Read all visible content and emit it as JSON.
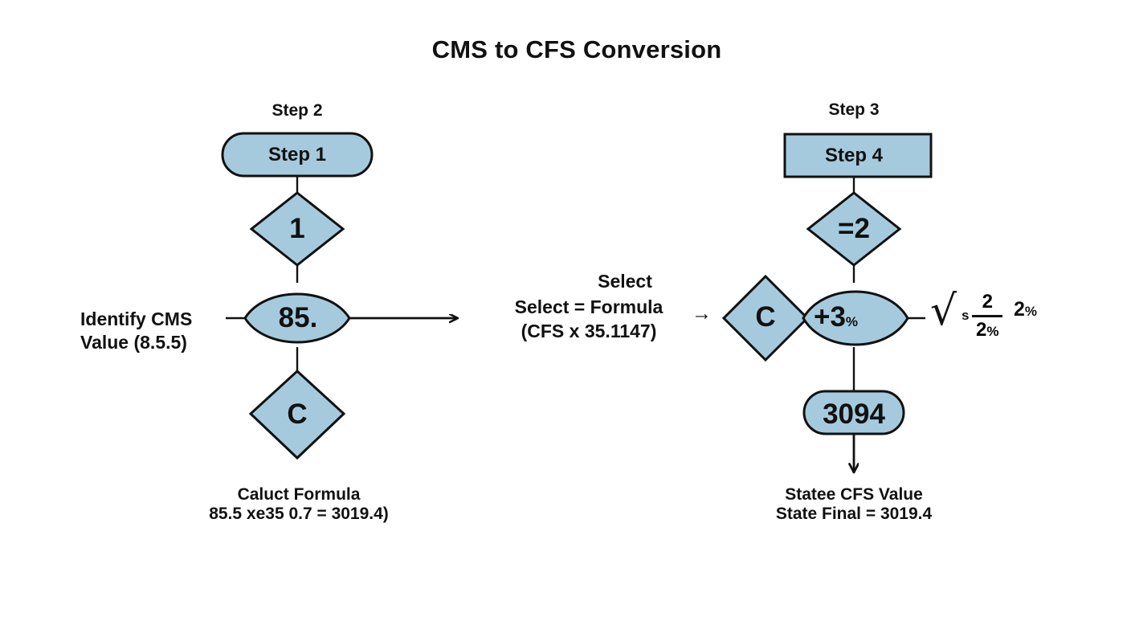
{
  "page": {
    "title": "CMS to CFS Conversion",
    "background_color": "#ffffff",
    "shape_fill": "#a5cadd",
    "shape_stroke": "#111111",
    "text_color": "#111111"
  },
  "left_branch": {
    "step_label": "Step 2",
    "rounded_box": "Step 1",
    "diamond_top": "1",
    "lens": "85.",
    "diamond_bottom": "C",
    "side_label_line1": "Identify CMS",
    "side_label_line2": "Value (8.5.5)",
    "caption_line1": "Caluct Formula",
    "caption_line2": "85.5  xe35 0.7 = 3019.4)"
  },
  "middle": {
    "label_top": "Select",
    "label_line1": "Select  =  Formula",
    "label_line2": "(CFS  x     35.1147)",
    "arrow_glyph": "→"
  },
  "right_branch": {
    "step_label": "Step 3",
    "rect_box": "Step 4",
    "diamond_top": "=2",
    "diamond_left": "C",
    "lens": "+3",
    "lens_suffix": "%",
    "rounded_box": "3094",
    "caption_line1": "Statee CFS Value",
    "caption_line2": "State Final = 3019.4"
  },
  "formula_tail": {
    "radical_glyph": "√",
    "sub_s": "s",
    "fraction_numerator": "2",
    "fraction_denominator": "2",
    "fraction_denominator_pct": "%",
    "trailing_value": "2",
    "trailing_pct": "%"
  },
  "icons": {
    "arrow_long": "long-right-arrow",
    "arrow_down": "down-arrow",
    "arrow_small": "small-right-arrow"
  }
}
